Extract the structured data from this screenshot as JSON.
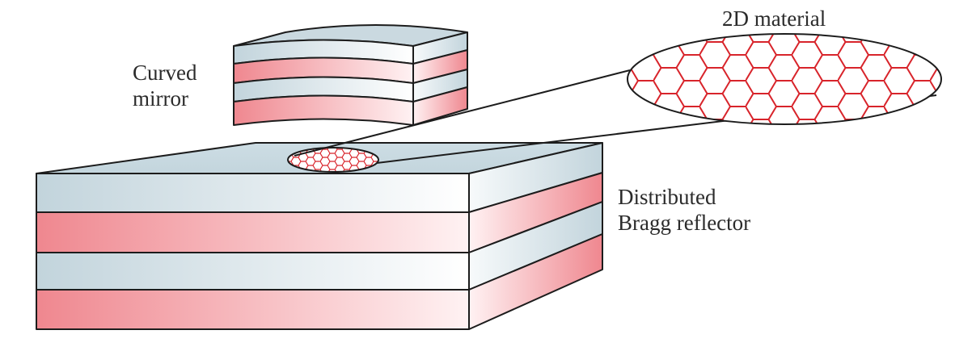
{
  "labels": {
    "curved_mirror": [
      "Curved",
      "mirror"
    ],
    "material": "2D material",
    "dbr": [
      "Distributed",
      "Bragg reflector"
    ]
  },
  "colors": {
    "layer_blue": "#c5d6de",
    "layer_pink": "#ef8a92",
    "lattice": "#d8242b",
    "outline": "#1c1c1c",
    "text": "#2b2b2b"
  },
  "layers": {
    "dbr": [
      "blue",
      "pink",
      "blue",
      "pink"
    ],
    "curved_mirror": [
      "blue",
      "pink",
      "blue",
      "pink"
    ]
  }
}
